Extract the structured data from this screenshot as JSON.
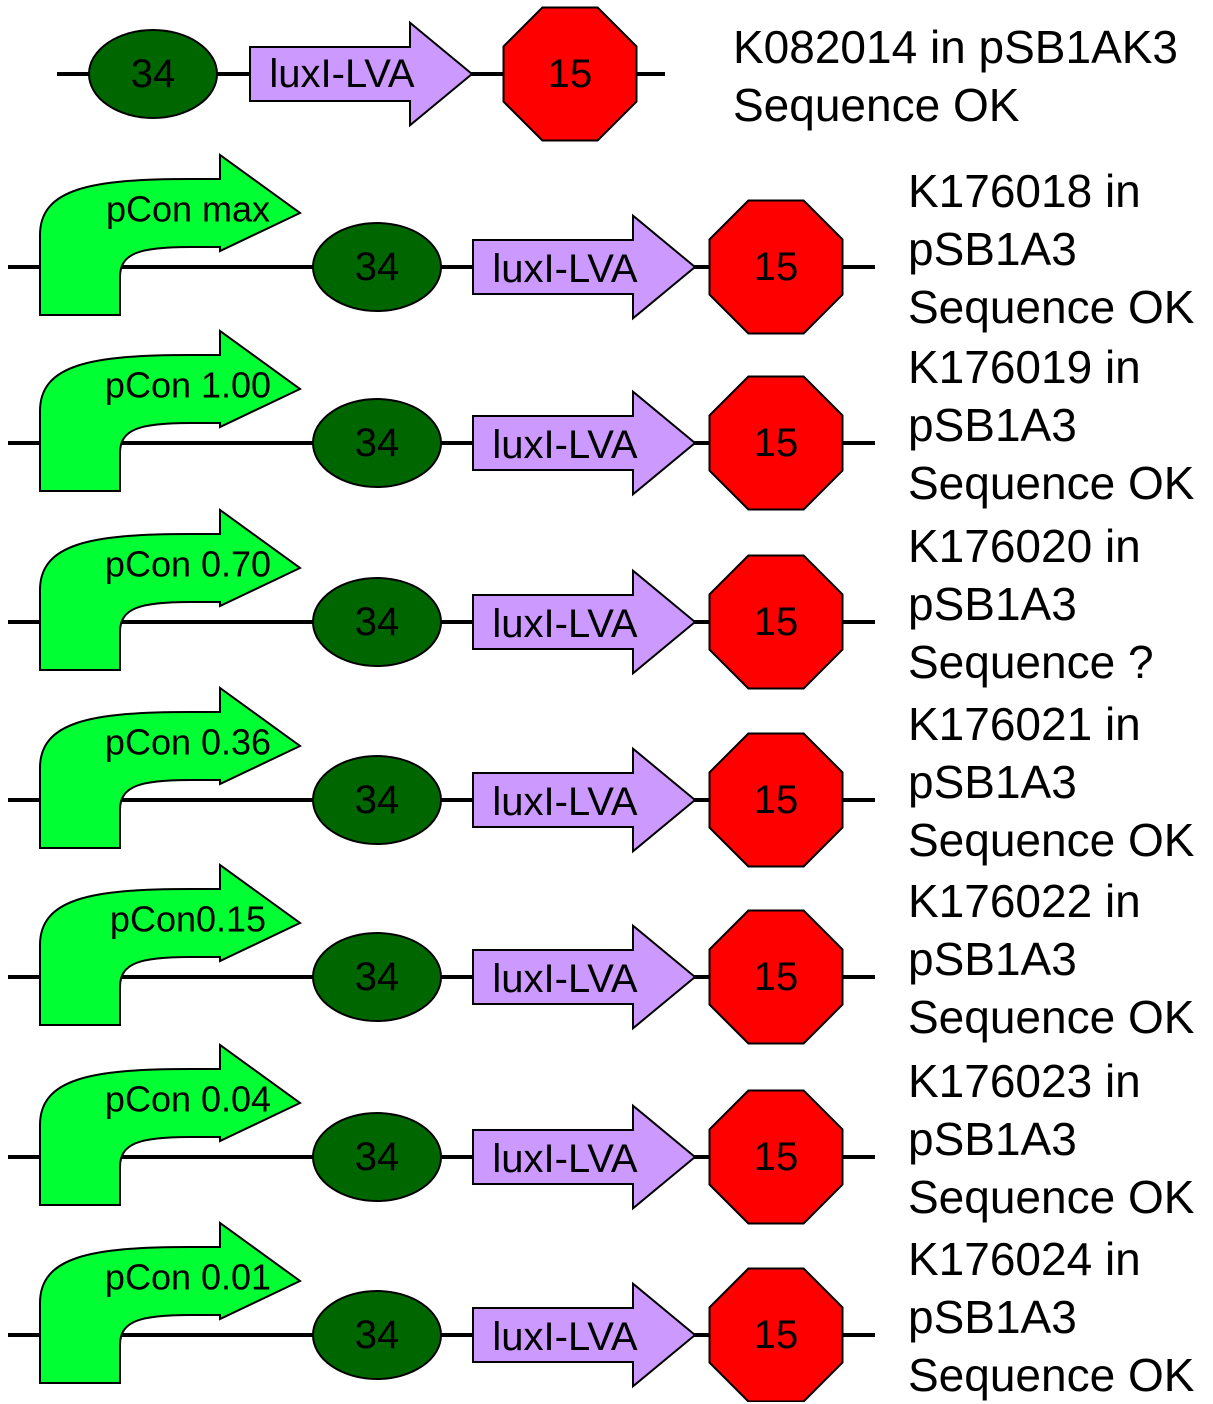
{
  "colors": {
    "promoter": "#00ff33",
    "rbs": "#006600",
    "gene": "#cc99ff",
    "terminator": "#ff0000",
    "backbone": "#000000"
  },
  "top_construct": {
    "rbs": "34",
    "gene": "luxI-LVA",
    "terminator": "15",
    "label": [
      "K082014 in pSB1AK3",
      "Sequence OK"
    ]
  },
  "constructs": [
    {
      "promoter": "pCon max",
      "rbs": "34",
      "gene": "luxI-LVA",
      "terminator": "15",
      "label": [
        "K176018 in",
        "pSB1A3",
        "Sequence OK"
      ]
    },
    {
      "promoter": "pCon 1.00",
      "rbs": "34",
      "gene": "luxI-LVA",
      "terminator": "15",
      "label": [
        "K176019 in",
        "pSB1A3",
        "Sequence OK"
      ]
    },
    {
      "promoter": "pCon 0.70",
      "rbs": "34",
      "gene": "luxI-LVA",
      "terminator": "15",
      "label": [
        "K176020 in",
        "pSB1A3",
        "Sequence ?"
      ]
    },
    {
      "promoter": "pCon 0.36",
      "rbs": "34",
      "gene": "luxI-LVA",
      "terminator": "15",
      "label": [
        "K176021 in",
        "pSB1A3",
        "Sequence OK"
      ]
    },
    {
      "promoter": "pCon0.15",
      "rbs": "34",
      "gene": "luxI-LVA",
      "terminator": "15",
      "label": [
        "K176022 in",
        "pSB1A3",
        "Sequence OK"
      ]
    },
    {
      "promoter": "pCon 0.04",
      "rbs": "34",
      "gene": "luxI-LVA",
      "terminator": "15",
      "label": [
        "K176023 in",
        "pSB1A3",
        "Sequence OK"
      ]
    },
    {
      "promoter": "pCon 0.01",
      "rbs": "34",
      "gene": "luxI-LVA",
      "terminator": "15",
      "label": [
        "K176024 in",
        "pSB1A3",
        "Sequence OK"
      ]
    }
  ]
}
